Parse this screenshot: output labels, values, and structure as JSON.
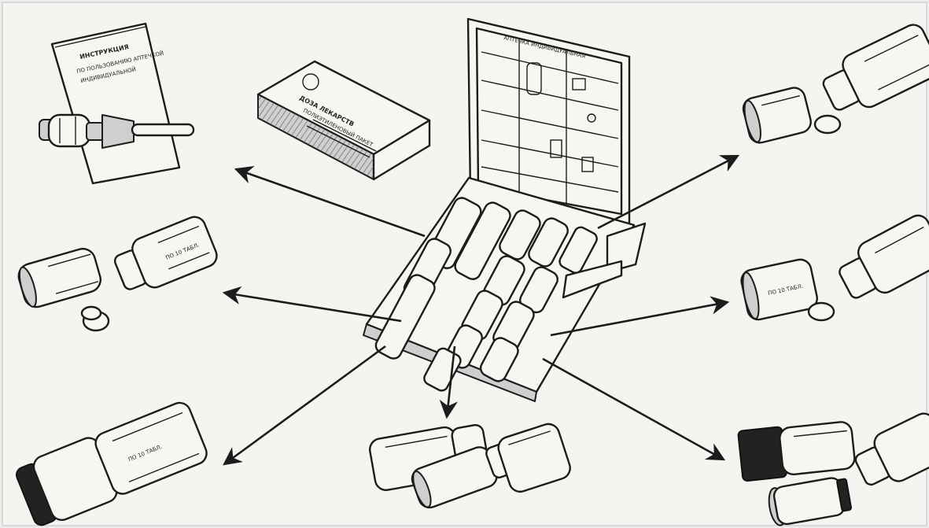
{
  "manual": {
    "title": "ИНСТРУКЦИЯ",
    "subtitle_line1": "ПО ПОЛЬЗОВАНИЮ АПТЕЧКОЙ",
    "subtitle_line2": "ИНДИВИДУАЛЬНОЙ"
  },
  "package": {
    "label": "ДОЗА ЛЕКАРСТВ",
    "sublabel": "ПОЛИЭТИЛЕНОВЫЙ ПАКЕТ"
  },
  "lid_sheet": {
    "header": "АПТЕЧКА ИНДИВИДУАЛЬНАЯ"
  },
  "canister": {
    "text": "ПО 10 ТАБЛ."
  },
  "colors": {
    "ink": "#1c1c1c",
    "paper": "#f7f7f2",
    "background": "#ececec"
  }
}
